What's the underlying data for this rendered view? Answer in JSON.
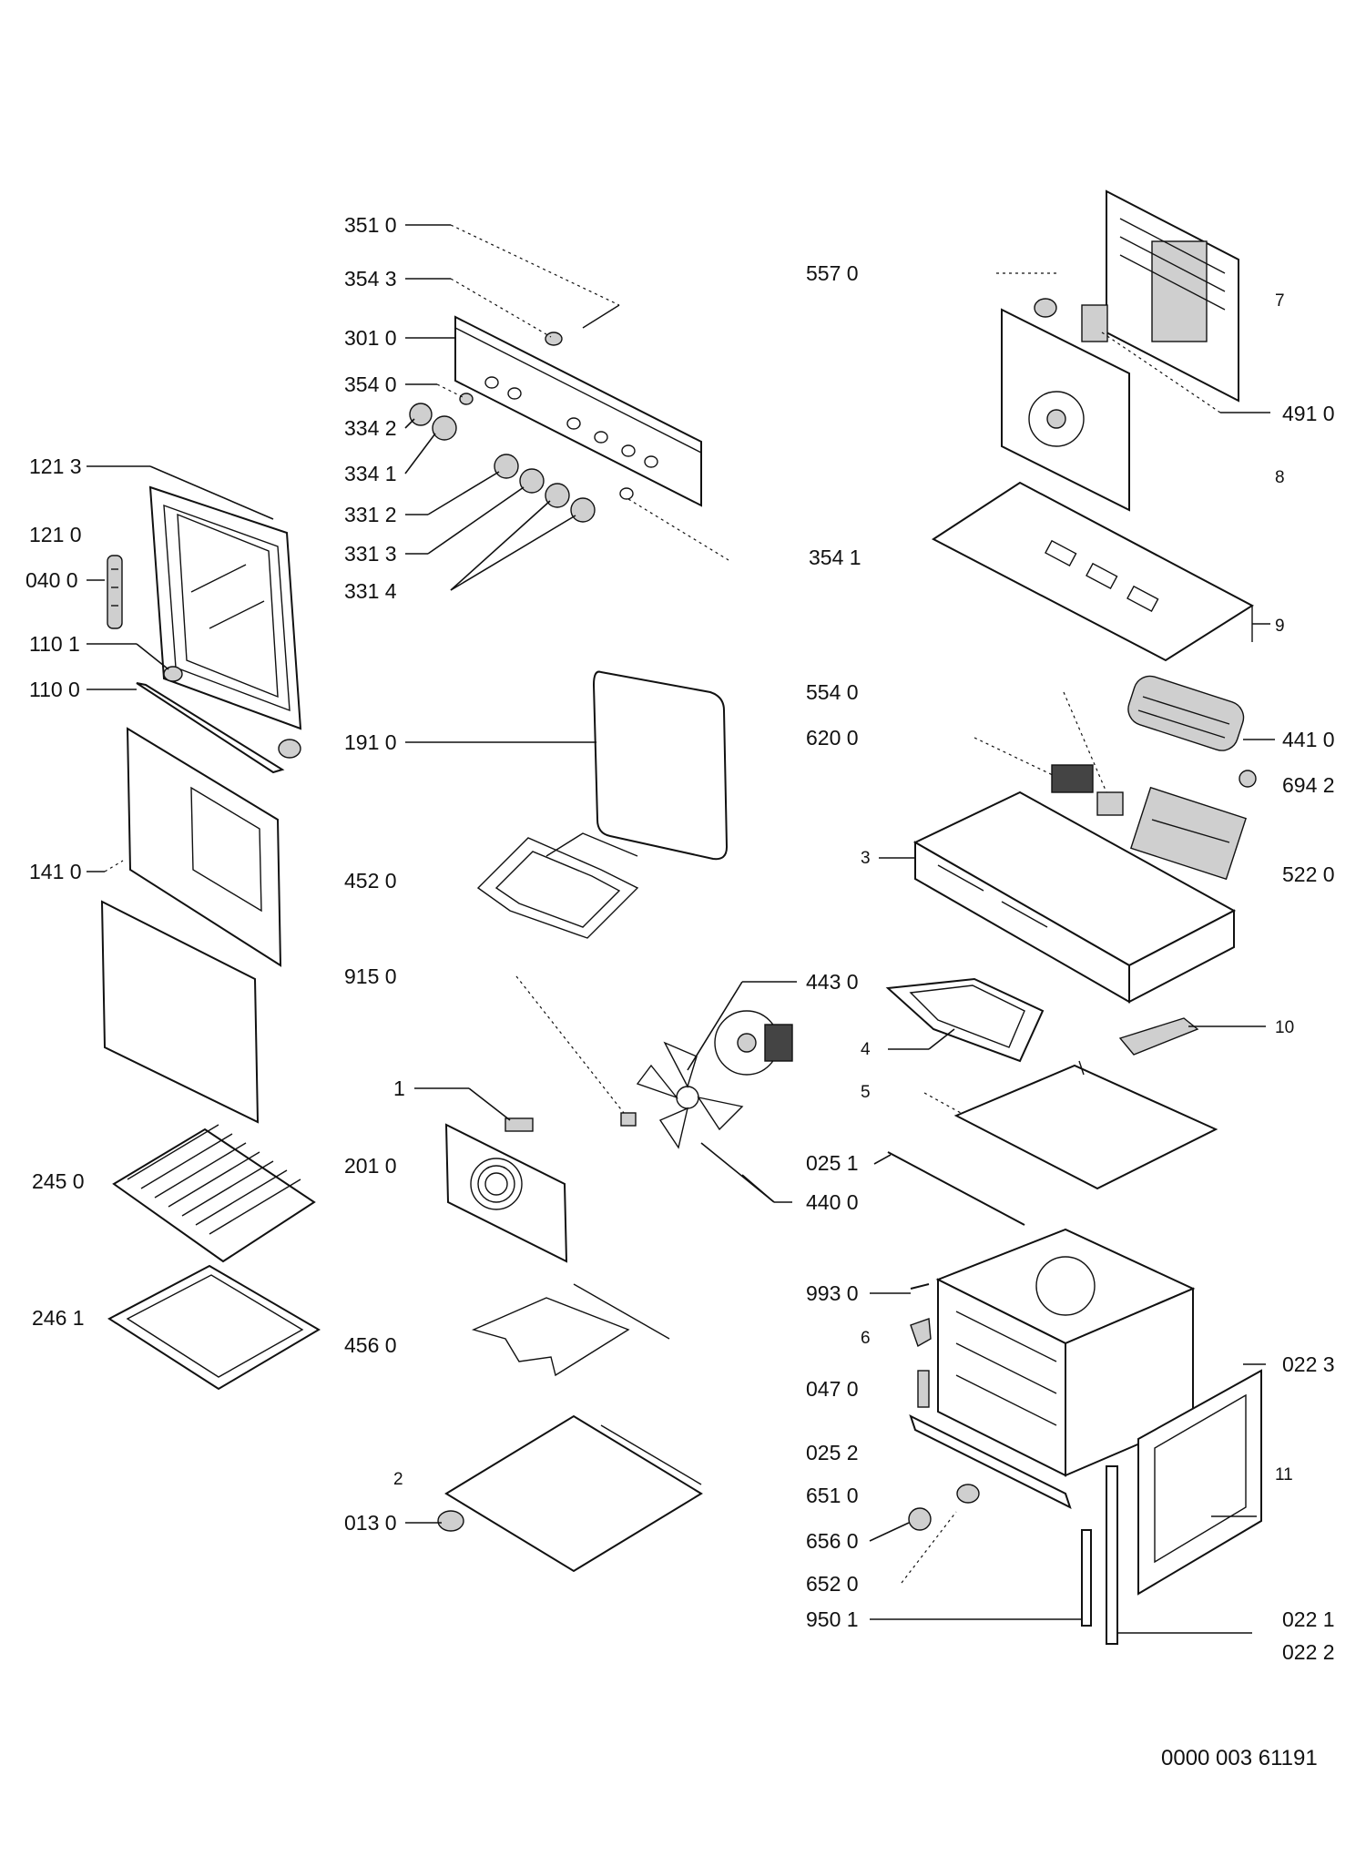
{
  "labels": {
    "l3510": "351 0",
    "l3543": "354 3",
    "l3010": "301 0",
    "l3540": "354 0",
    "l3342": "334 2",
    "l3341": "334 1",
    "l3312": "331 2",
    "l3313": "331 3",
    "l3314": "331 4",
    "l1213": "121 3",
    "l1210": "121 0",
    "l0400": "040 0",
    "l1101": "110 1",
    "l1100": "110 0",
    "l1410": "141 0",
    "l2450": "245 0",
    "l2461": "246 1",
    "l1910": "191 0",
    "l4520": "452 0",
    "l9150": "915 0",
    "l1": "1",
    "l2010": "201 0",
    "l4560": "456 0",
    "l2": "2",
    "l0130": "013 0",
    "l4430": "443 0",
    "l4400": "440 0",
    "l5570": "557 0",
    "l7": "7",
    "l4910": "491 0",
    "l8": "8",
    "l3541": "354 1",
    "l9": "9",
    "l5540": "554 0",
    "l6200": "620 0",
    "l4410": "441 0",
    "l6942": "694 2",
    "l3": "3",
    "l5220": "522 0",
    "l4": "4",
    "l10": "10",
    "l5": "5",
    "l0251": "025 1",
    "l9930": "993 0",
    "l6": "6",
    "l0470": "047 0",
    "l0223": "022 3",
    "l11": "11",
    "l0252": "025 2",
    "l6510": "651 0",
    "l6560": "656 0",
    "l6520": "652 0",
    "l9501": "950 1",
    "l0221": "022 1",
    "l0222": "022 2"
  },
  "footer": "0000 003 61191"
}
